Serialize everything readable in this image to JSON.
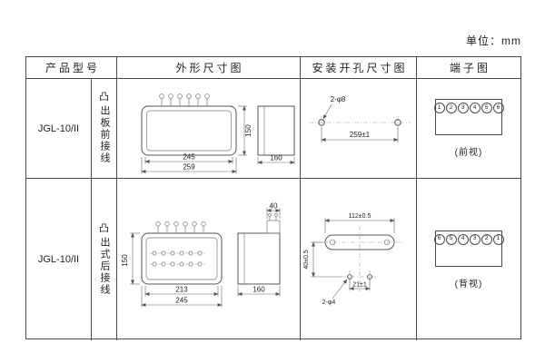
{
  "page": {
    "unit_label": "单位：mm"
  },
  "table": {
    "headers": {
      "model": "产品型号",
      "outline": "外形尺寸图",
      "mounting": "安装开孔尺寸图",
      "terminal": "端子图"
    },
    "rows": [
      {
        "model": "JGL-10/II",
        "wiring_icon": "凸",
        "wiring_label": "出板前接线",
        "outline": {
          "width_inner": "245",
          "width_outer": "259",
          "height": "150",
          "depth": "160"
        },
        "mounting": {
          "hole_label": "2-φ8",
          "span": "259±1"
        },
        "terminal": {
          "numbers": [
            "1",
            "2",
            "3",
            "4",
            "5",
            "6"
          ],
          "view": "(前视)"
        }
      },
      {
        "model": "JGL-10/II",
        "wiring_icon": "凸",
        "wiring_label": "出式后接线",
        "outline": {
          "width_inner": "213",
          "width_outer": "245",
          "height": "150",
          "depth": "160",
          "block_depth": "40"
        },
        "mounting": {
          "hole_label": "2-φ4",
          "span_h": "112±0.5",
          "span_v": "40±0.5",
          "pitch": "21±1"
        },
        "terminal": {
          "numbers": [
            "6",
            "5",
            "4",
            "3",
            "2",
            "1"
          ],
          "view": "(背视)"
        }
      }
    ]
  }
}
